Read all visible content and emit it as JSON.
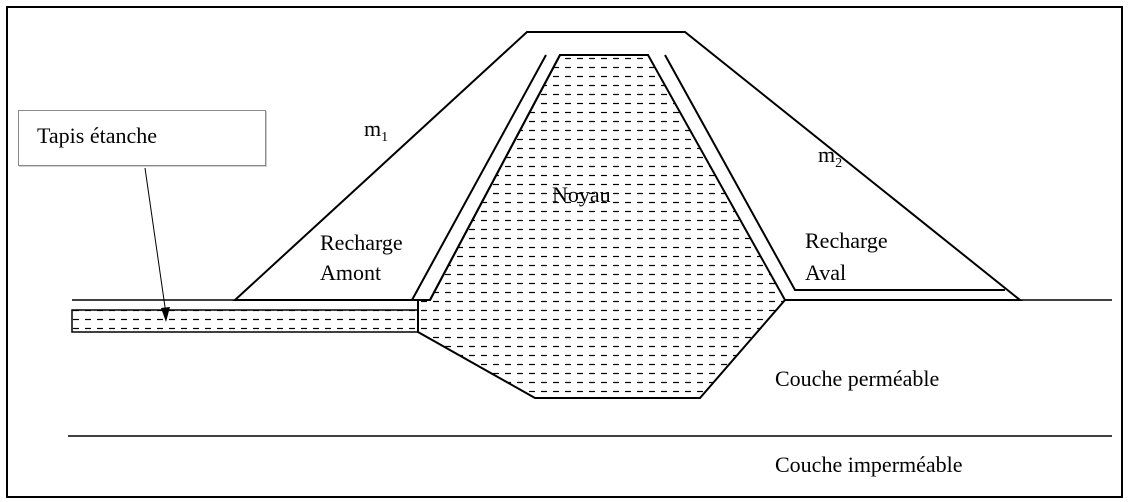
{
  "labels": {
    "tapis": "Tapis étanche",
    "m1": "m",
    "m1_sub": "1",
    "m2": "m",
    "m2_sub": "2",
    "noyau": "Noyau",
    "recharge_amont_1": "Recharge",
    "recharge_amont_2": "Amont",
    "recharge_aval_1": "Recharge",
    "recharge_aval_2": "Aval",
    "couche_permeable": "Couche perméable",
    "couche_impermeable": "Couche imperméable"
  }
}
